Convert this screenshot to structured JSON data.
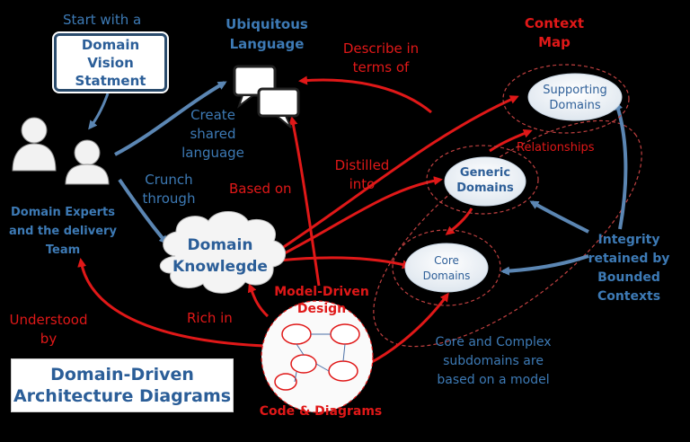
{
  "labels": {
    "start_with": "Start with a",
    "vision_1": "Domain",
    "vision_2": "Vision",
    "vision_3": "Statment",
    "ubiquitous_1": "Ubiquitous",
    "ubiquitous_2": "Language",
    "create_1": "Create",
    "create_2": "shared",
    "create_3": "language",
    "crunch_1": "Crunch",
    "crunch_2": "through",
    "experts_1": "Domain Experts",
    "experts_2": "and the delivery",
    "experts_3": "Team",
    "knowledge_1": "Domain",
    "knowledge_2": "Knowlegde",
    "based_on": "Based on",
    "describe_1": "Describe in",
    "describe_2": "terms of",
    "context_1": "Context",
    "context_2": "Map",
    "supporting_1": "Supporting",
    "supporting_2": "Domains",
    "relationships": "Relationships",
    "distilled_1": "Distilled",
    "distilled_2": "into",
    "generic_1": "Generic",
    "generic_2": "Domains",
    "core_1": "Core",
    "core_2": "Domains",
    "integrity_1": "Integrity",
    "integrity_2": "retained by",
    "integrity_3": "Bounded",
    "integrity_4": "Contexts",
    "mdd_1": "Model-Driven",
    "mdd_2": "Design",
    "rich_in": "Rich in",
    "understood_1": "Understood",
    "understood_2": "by",
    "core_complex_1": "Core and Complex",
    "core_complex_2": "subdomains are",
    "core_complex_3": "based on a model",
    "code_diagrams": "Code & Diagrams",
    "badge_1": "Domain-Driven",
    "badge_2": "Architecture Diagrams"
  },
  "colors": {
    "blue_text": "#3d7ab5",
    "red": "#e01818",
    "background": "#000000",
    "arrow_blue": "#5b86b3"
  },
  "icons": [
    "people-icon",
    "speech-bubbles-icon",
    "cloud-icon",
    "code-diagram-icon"
  ]
}
